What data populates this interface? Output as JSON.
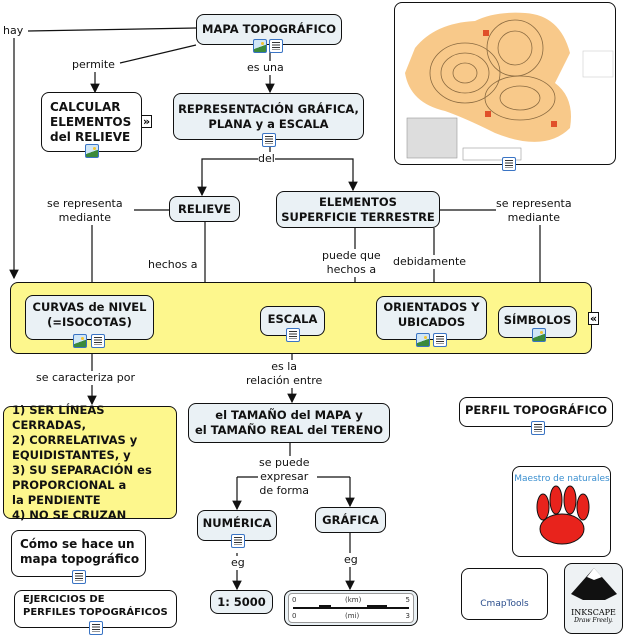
{
  "nodes": {
    "mapa": "MAPA TOPOGRÁFICO",
    "calcular": [
      "CALCULAR",
      "ELEMENTOS",
      "del RELIEVE"
    ],
    "representacion": [
      "REPRESENTACIÓN GRÁFICA,",
      "PLANA y a ESCALA"
    ],
    "relieve": "RELIEVE",
    "elementos": [
      "ELEMENTOS",
      "SUPERFICIE TERRESTRE"
    ],
    "curvas": [
      "CURVAS de NIVEL",
      "(=ISOCOTAS)"
    ],
    "escala": "ESCALA",
    "orientados": [
      "ORIENTADOS Y",
      "UBICADOS"
    ],
    "simbolos": "SÍMBOLOS",
    "caracteristicas": [
      "1) SER LÍNEAS CERRADAS,",
      "2) CORRELATIVAS y",
      "EQUIDISTANTES, y",
      "3) SU SEPARACIÓN es",
      "PROPORCIONAL a",
      "la PENDIENTE",
      "4) NO SE CRUZAN"
    ],
    "tamano": [
      "el TAMAÑO del MAPA y",
      "el TAMAÑO REAL del TERENO"
    ],
    "numerica": "NUMÉRICA",
    "grafica": "GRÁFICA",
    "ejemplo_numerico": "1: 5000",
    "como": [
      "Cómo se hace un",
      "mapa topográfico"
    ],
    "ejercicios": [
      "EJERCICIOS DE",
      "PERFILES TOPOGRÁFICOS"
    ],
    "perfil": "PERFIL TOPOGRÁFICO"
  },
  "scale_bar": {
    "km_start": "0",
    "km_label": "(km)",
    "km_end": "5",
    "mi_start": "0",
    "mi_label": "(mi)",
    "mi_end": "3"
  },
  "links": {
    "hay": "hay",
    "permite": "permite",
    "es_una": "es una",
    "del": "del",
    "se_representa_1": [
      "se representa",
      "mediante"
    ],
    "hechos_a": "hechos a",
    "puede_que": [
      "puede que",
      "hechos a"
    ],
    "debidamente": "debidamente",
    "se_representa_2": [
      "se representa",
      "mediante"
    ],
    "se_caracteriza": "se caracteriza por",
    "es_la": [
      "es la",
      "relación entre"
    ],
    "se_puede": [
      "se puede",
      "expresar",
      "de forma"
    ],
    "eg1": "eg",
    "eg2": "eg"
  },
  "logos": {
    "maestro": "Maestro de naturales",
    "cmaptools": "CmapTools",
    "inkscape": "INKSCAPE",
    "inkscape_tag": "Draw Freely."
  },
  "icons": {
    "image": "image-resource-icon",
    "document": "document-resource-icon",
    "expand": "expand-icon",
    "collapse": "collapse-icon"
  },
  "colors": {
    "node": "#eaf1f5",
    "highlight": "#fdf78d",
    "icon_border": "#3a74c4"
  }
}
